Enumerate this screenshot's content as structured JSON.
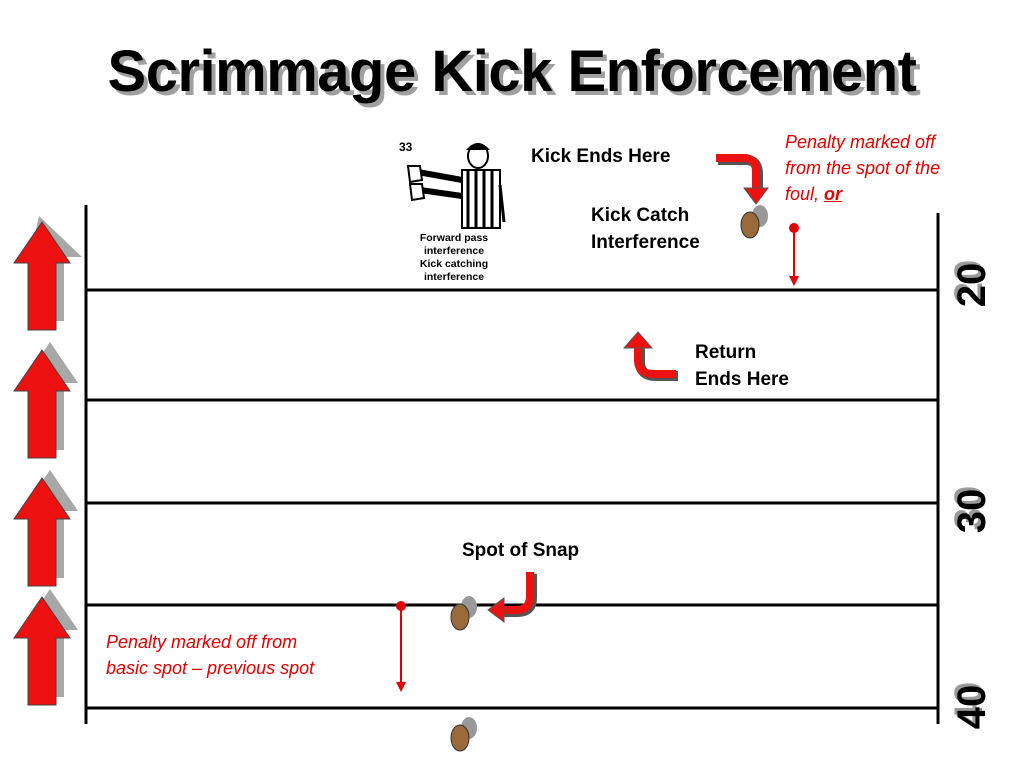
{
  "title": "Scrimmage Kick Enforcement",
  "referee": {
    "signal_number": "33",
    "caption_lines": [
      "Forward pass",
      "interference",
      "Kick catching",
      "interference"
    ]
  },
  "labels": {
    "kick_ends": "Kick Ends Here",
    "kick_catch_line1": "Kick Catch",
    "kick_catch_line2": "Interference",
    "return_line1": "Return",
    "return_line2": "Ends Here",
    "spot_of_snap": "Spot of Snap"
  },
  "notes": {
    "foul_line1": "Penalty marked off",
    "foul_line2": "from the spot of the",
    "foul_line3_prefix": "foul, ",
    "foul_line3_or": "or",
    "basic_line1": "Penalty marked off from",
    "basic_line2": "basic spot – previous spot"
  },
  "yard_markers": [
    "20",
    "30",
    "40"
  ],
  "colors": {
    "penalty_red": "#e00000",
    "arrow_red": "#ee1111",
    "football_brown": "#9a6a3a"
  }
}
